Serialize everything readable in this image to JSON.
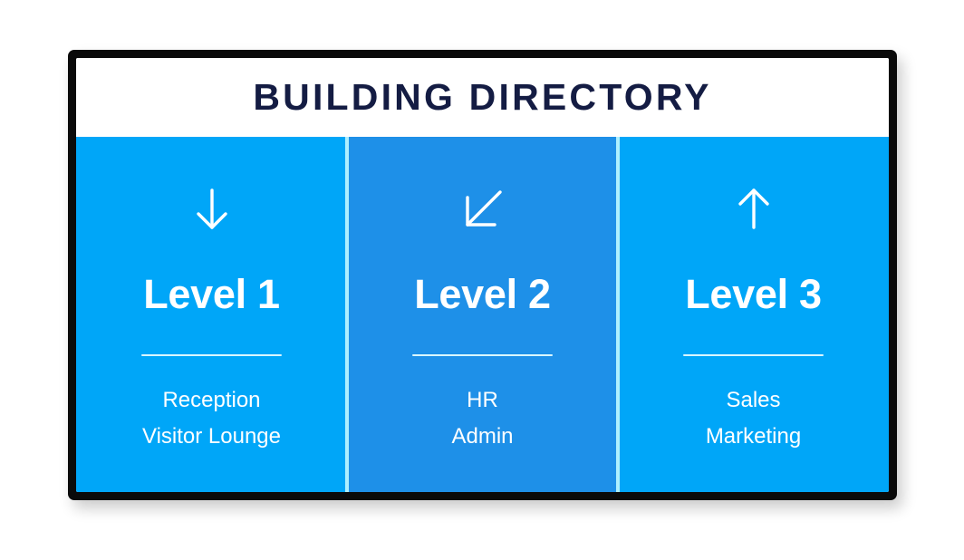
{
  "sign": {
    "title": "BUILDING DIRECTORY",
    "title_color": "#141c43",
    "frame_color": "#0a0a0a",
    "header_background": "#ffffff",
    "separator_color": "#aef0ff",
    "divider_color": "#d9f6ff",
    "text_color": "#ffffff"
  },
  "levels": [
    {
      "icon": "arrow-down-icon",
      "name": "Level 1",
      "background": "#00a6f8",
      "tenants": [
        "Reception",
        "Visitor Lounge"
      ]
    },
    {
      "icon": "arrow-down-left-icon",
      "name": "Level 2",
      "background": "#1e90e8",
      "tenants": [
        "HR",
        "Admin"
      ]
    },
    {
      "icon": "arrow-up-icon",
      "name": "Level 3",
      "background": "#00a6f8",
      "tenants": [
        "Sales",
        "Marketing"
      ]
    }
  ]
}
